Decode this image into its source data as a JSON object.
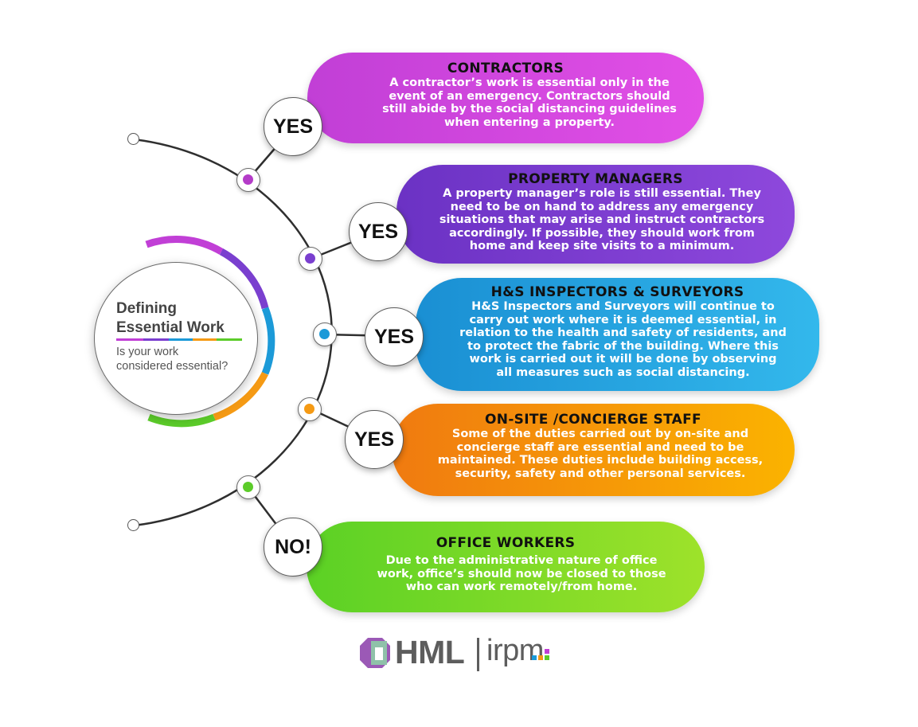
{
  "center": {
    "title_lines": [
      "Defining",
      "Essential Work"
    ],
    "subtitle_lines": [
      "Is your work",
      "considered essential?"
    ]
  },
  "items": [
    {
      "badge": "YES",
      "title": "CONTRACTORS",
      "body_lines": [
        "A contractor’s work is essential only in the",
        "event of an emergency. Contractors should",
        "still abide by the social distancing guidelines",
        "when entering a property."
      ],
      "color_start": "#c13fd6",
      "color_end": "#e24fe6",
      "dot_color": "#b43cc8"
    },
    {
      "badge": "YES",
      "title": "PROPERTY MANAGERS",
      "body_lines": [
        "A property manager’s role is still essential. They",
        "need to be on hand to address any emergency",
        "situations that may arise and instruct contractors",
        "accordingly. If possible, they should work from",
        "home and keep site visits to a minimum."
      ],
      "color_start": "#6b32c4",
      "color_end": "#8e48dc",
      "dot_color": "#7a3fcf"
    },
    {
      "badge": "YES",
      "title": "H&S INSPECTORS & SURVEYORS",
      "body_lines": [
        "H&S Inspectors and Surveyors will continue to",
        "carry out work where it is deemed essential, in",
        "relation to the health and safety of residents, and",
        "to protect the fabric of the building. Where this",
        "work is carried out it will be done by observing",
        "all measures such as social distancing."
      ],
      "color_start": "#1a8fd3",
      "color_end": "#33b8ec",
      "dot_color": "#1c9ad8"
    },
    {
      "badge": "YES",
      "title": "ON-SITE /CONCIERGE STAFF",
      "body_lines": [
        "Some of the duties carried out by on-site and",
        "concierge staff are essential and need to be",
        "maintained. These duties include building access,",
        "security, safety and other personal services."
      ],
      "color_start": "#f07a10",
      "color_end": "#fbb300",
      "dot_color": "#f59a14"
    },
    {
      "badge": "NO!",
      "title": "OFFICE WORKERS",
      "body_lines": [
        "Due to the administrative nature of office",
        "work, office’s should now be closed to those",
        "who can work remotely/from home."
      ],
      "color_start": "#5bd125",
      "color_end": "#9ee22a",
      "dot_color": "#5ccc2a"
    }
  ],
  "logo": {
    "primary": "HML",
    "secondary": "irpm",
    "colors": [
      "#9b59b6",
      "#8fc1a9",
      "#6e6e6e"
    ]
  }
}
